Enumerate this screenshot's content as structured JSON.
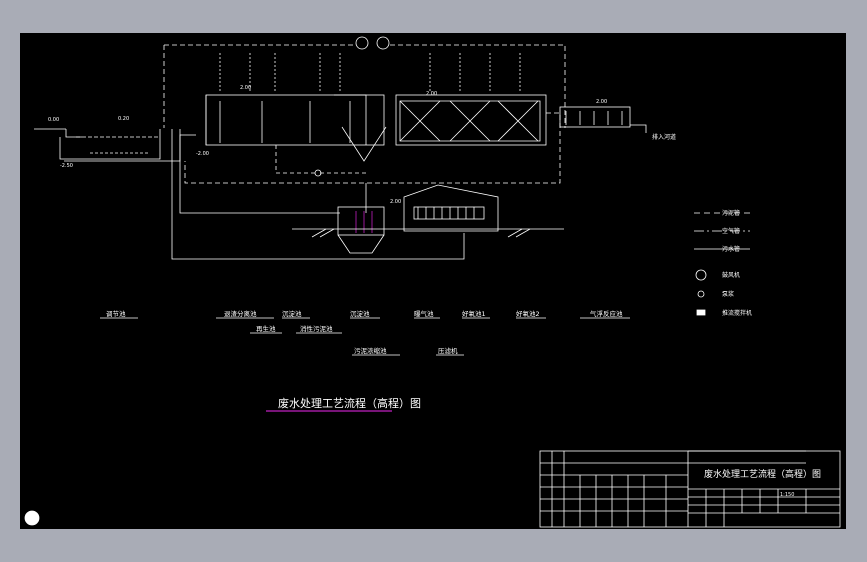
{
  "elevations": {
    "e1": "0.00",
    "e2": "0.20",
    "e3": "-2.50",
    "e4": "-2.00",
    "e5": "2.00",
    "e6": "2.00",
    "e7": "2.00",
    "e8": "2.00"
  },
  "top_labels": {
    "outlet": "排入河道"
  },
  "legend": {
    "sludge_pipe": "污泥管",
    "air_pipe": "空气管",
    "water_pipe": "污水管",
    "blower": "鼓风机",
    "pump": "泵浆",
    "mixer": "推流搅拌机"
  },
  "units": {
    "u1": "调节池",
    "u2": "退渣分离池",
    "u3": "沉淀池",
    "u4": "沉淀池",
    "u5": "曝气池",
    "u6": "好氧池1",
    "u7": "好氧池2",
    "u8": "气浮反应池",
    "u9": "再生池",
    "u10": "消性污泥池",
    "u11": "污泥浓缩池",
    "u12": "压滤机"
  },
  "title": "废水处理工艺流程（高程）图",
  "title_block": {
    "drawing_title": "废水处理工艺流程（高程）图",
    "scale": "1:150"
  },
  "colors": {
    "background": "#000000",
    "frame": "#a9acb6",
    "lines": "#ffffff",
    "title_underline": "#c020c0"
  }
}
